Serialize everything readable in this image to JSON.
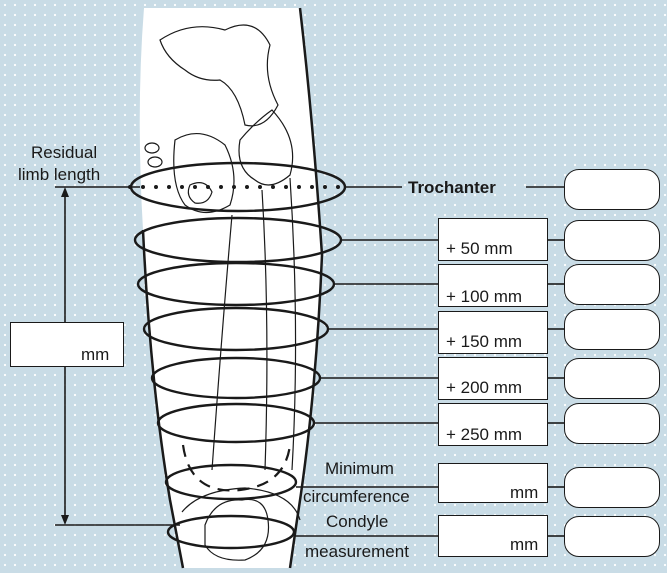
{
  "colors": {
    "background": "#c9dce6",
    "dot_grid": "#ffffff",
    "line": "#1a1a1a",
    "fill": "#ffffff"
  },
  "labels": {
    "residual_line1": "Residual",
    "residual_line2": "limb length",
    "trochanter": "Trochanter",
    "minimum_line1": "Minimum",
    "minimum_line2": "circumference",
    "condyle_line1": "Condyle",
    "condyle_line2": "measurement"
  },
  "length_box": {
    "unit": "mm"
  },
  "rows": [
    {
      "id": "plus50",
      "text": "+   50 mm"
    },
    {
      "id": "plus100",
      "text": "+ 100 mm"
    },
    {
      "id": "plus150",
      "text": "+ 150 mm"
    },
    {
      "id": "plus200",
      "text": "+ 200 mm"
    },
    {
      "id": "plus250",
      "text": "+ 250 mm"
    },
    {
      "id": "minimum",
      "text": "mm"
    },
    {
      "id": "condyle",
      "text": "mm"
    }
  ]
}
